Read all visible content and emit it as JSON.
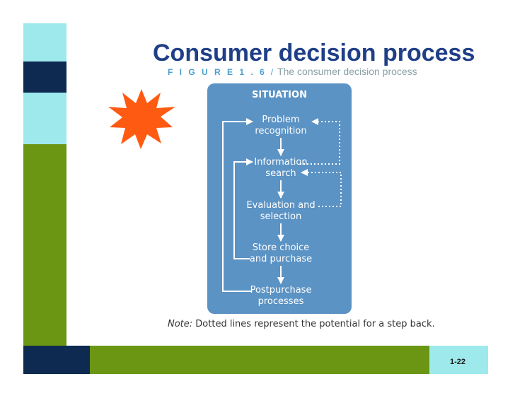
{
  "slide": {
    "title": "Consumer decision process",
    "figure_label": "F I G U R E  1 . 6",
    "figure_separator": "/",
    "figure_caption": "The consumer decision process",
    "note_label": "Note:",
    "note_text": " Dotted lines represent the potential for a step back.",
    "page_number": "1-22"
  },
  "diagram": {
    "header": "SITUATION",
    "steps": [
      "Problem\nrecognition",
      "Information\nsearch",
      "Evaluation and\nselection",
      "Store choice\nand purchase",
      "Postpurchase\nprocesses"
    ]
  },
  "colors": {
    "light_cyan": "#9ee9ec",
    "navy": "#0e2a50",
    "olive_green": "#6a9614",
    "diagram_blue": "#5b93c5",
    "title_blue": "#1f3f87",
    "starburst_orange": "#ff5a12"
  }
}
